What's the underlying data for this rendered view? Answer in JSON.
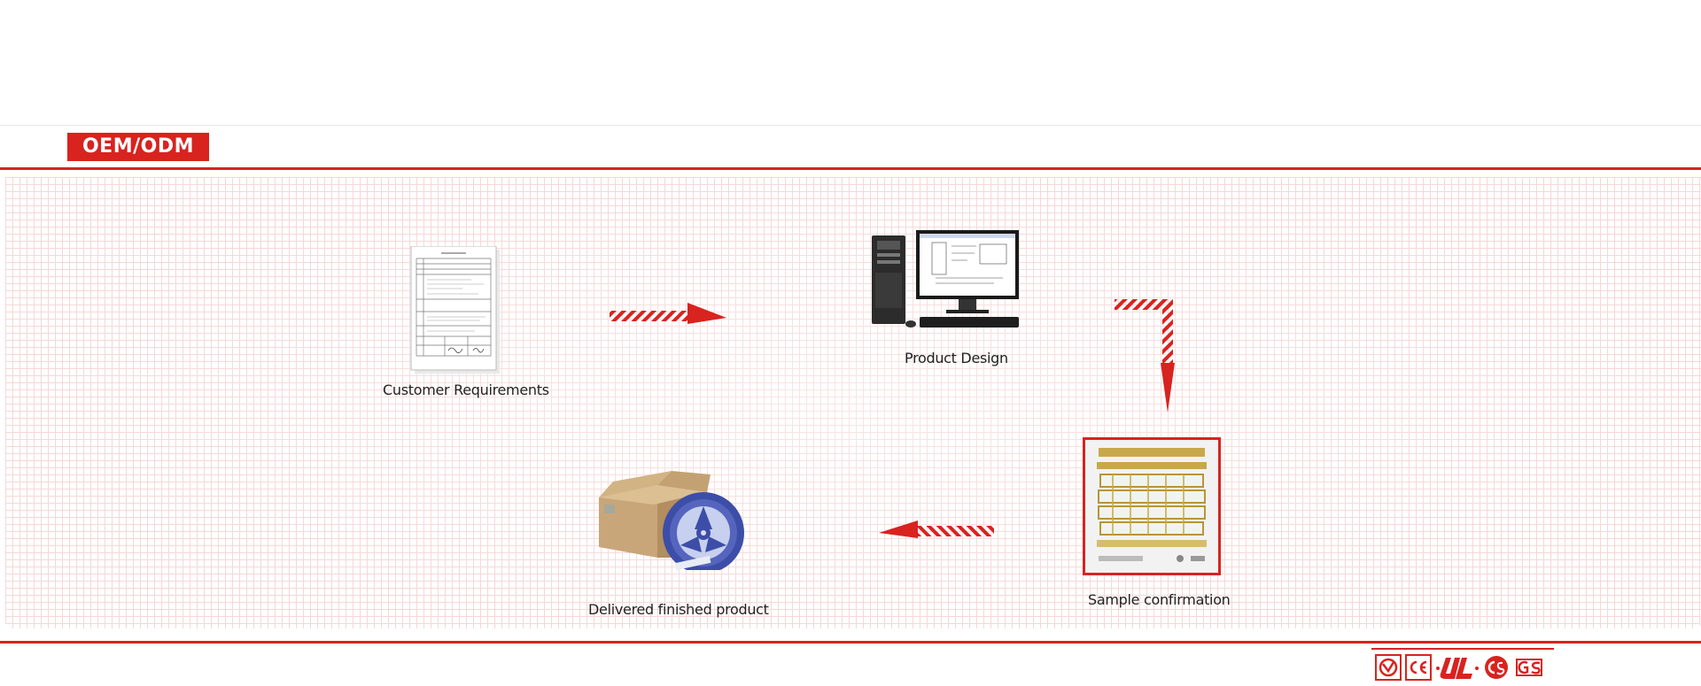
{
  "section": {
    "tag": "OEM/ODM"
  },
  "steps": {
    "customer_requirements": {
      "label": "Customer Requirements"
    },
    "product_design": {
      "label": "Product Design"
    },
    "sample_confirmation": {
      "label": "Sample confirmation"
    },
    "delivered_product": {
      "label": "Delivered finished product"
    }
  },
  "certifications": [
    "cqc-mark",
    "ce-mark",
    "ul-mark",
    "csa-mark",
    "gs-mark"
  ],
  "colors": {
    "accent": "#d8231f",
    "reel": "#3d4ea8",
    "box": "#c9a679",
    "brass": "#c8a84b"
  }
}
